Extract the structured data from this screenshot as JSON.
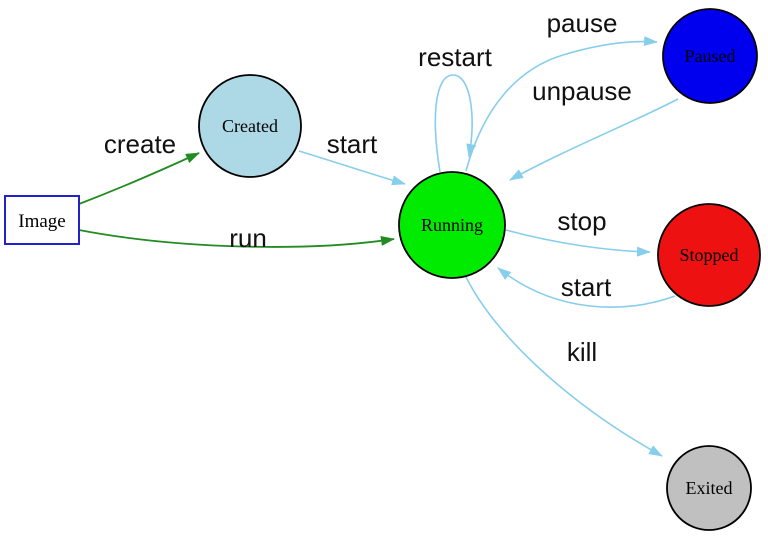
{
  "diagram": {
    "type": "state-diagram",
    "background": "#FFFFFF",
    "colors": {
      "edge_blue": "#87CEEB",
      "edge_green": "#228B22",
      "node_stroke": "#000000",
      "image_border": "#2222CC",
      "label_text": "#111111"
    },
    "nodes": [
      {
        "id": "image",
        "label": "Image",
        "shape": "rectangle",
        "fill": "#FFFFFF"
      },
      {
        "id": "created",
        "label": "Created",
        "shape": "circle",
        "fill": "#ADD8E6"
      },
      {
        "id": "running",
        "label": "Running",
        "shape": "circle",
        "fill": "#00EB00"
      },
      {
        "id": "paused",
        "label": "Paused",
        "shape": "circle",
        "fill": "#0000EE"
      },
      {
        "id": "stopped",
        "label": "Stopped",
        "shape": "circle",
        "fill": "#EE1111"
      },
      {
        "id": "exited",
        "label": "Exited",
        "shape": "circle",
        "fill": "#C0C0C0"
      }
    ],
    "edges": [
      {
        "label": "create",
        "from": "Image",
        "to": "Created",
        "color": "#228B22"
      },
      {
        "label": "run",
        "from": "Image",
        "to": "Running",
        "color": "#228B22"
      },
      {
        "label": "start",
        "from": "Created",
        "to": "Running",
        "color": "#87CEEB"
      },
      {
        "label": "restart",
        "from": "Running",
        "to": "Running",
        "color": "#87CEEB"
      },
      {
        "label": "pause",
        "from": "Running",
        "to": "Paused",
        "color": "#87CEEB"
      },
      {
        "label": "unpause",
        "from": "Paused",
        "to": "Running",
        "color": "#87CEEB"
      },
      {
        "label": "stop",
        "from": "Running",
        "to": "Stopped",
        "color": "#87CEEB"
      },
      {
        "label": "start",
        "from": "Stopped",
        "to": "Running",
        "color": "#87CEEB"
      },
      {
        "label": "kill",
        "from": "Running",
        "to": "Exited",
        "color": "#87CEEB"
      }
    ]
  }
}
